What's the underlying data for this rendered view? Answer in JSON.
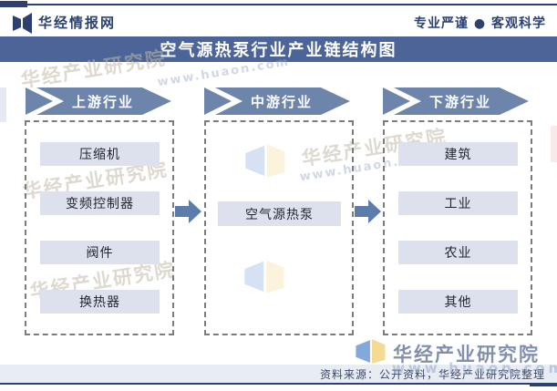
{
  "header": {
    "site_name": "华经情报网",
    "slogan": "专业严谨 ● 客观科学"
  },
  "title": "空气源热泵行业产业链结构图",
  "chain": {
    "columns": [
      {
        "header": "上游行业",
        "items": [
          "压缩机",
          "变频控制器",
          "阀件",
          "换热器"
        ]
      },
      {
        "header": "中游行业",
        "items": [
          "空气源热泵"
        ]
      },
      {
        "header": "下游行业",
        "items": [
          "建筑",
          "工业",
          "农业",
          "其他"
        ]
      }
    ]
  },
  "watermark": {
    "brand": "华经产业研究院",
    "url": "www.huaon.com"
  },
  "footer": {
    "source": "资料来源：公开资料，华经产业研究院整理"
  },
  "icons": {
    "brand_logo": "huajing-open-book-logo",
    "chevron_banner": "right-chevron-banner",
    "flow_arrow": "right-block-arrow"
  },
  "colors": {
    "navy": "#2c4170",
    "title_bar": "#4c6497",
    "chevron": "#6e85ab",
    "flow_arrow": "#5d7bab",
    "item_bg": "#dce1ed",
    "footer_bg": "#e8ecf3",
    "logo_blue": "#6f9ad6",
    "logo_yellow": "#f2d584"
  }
}
